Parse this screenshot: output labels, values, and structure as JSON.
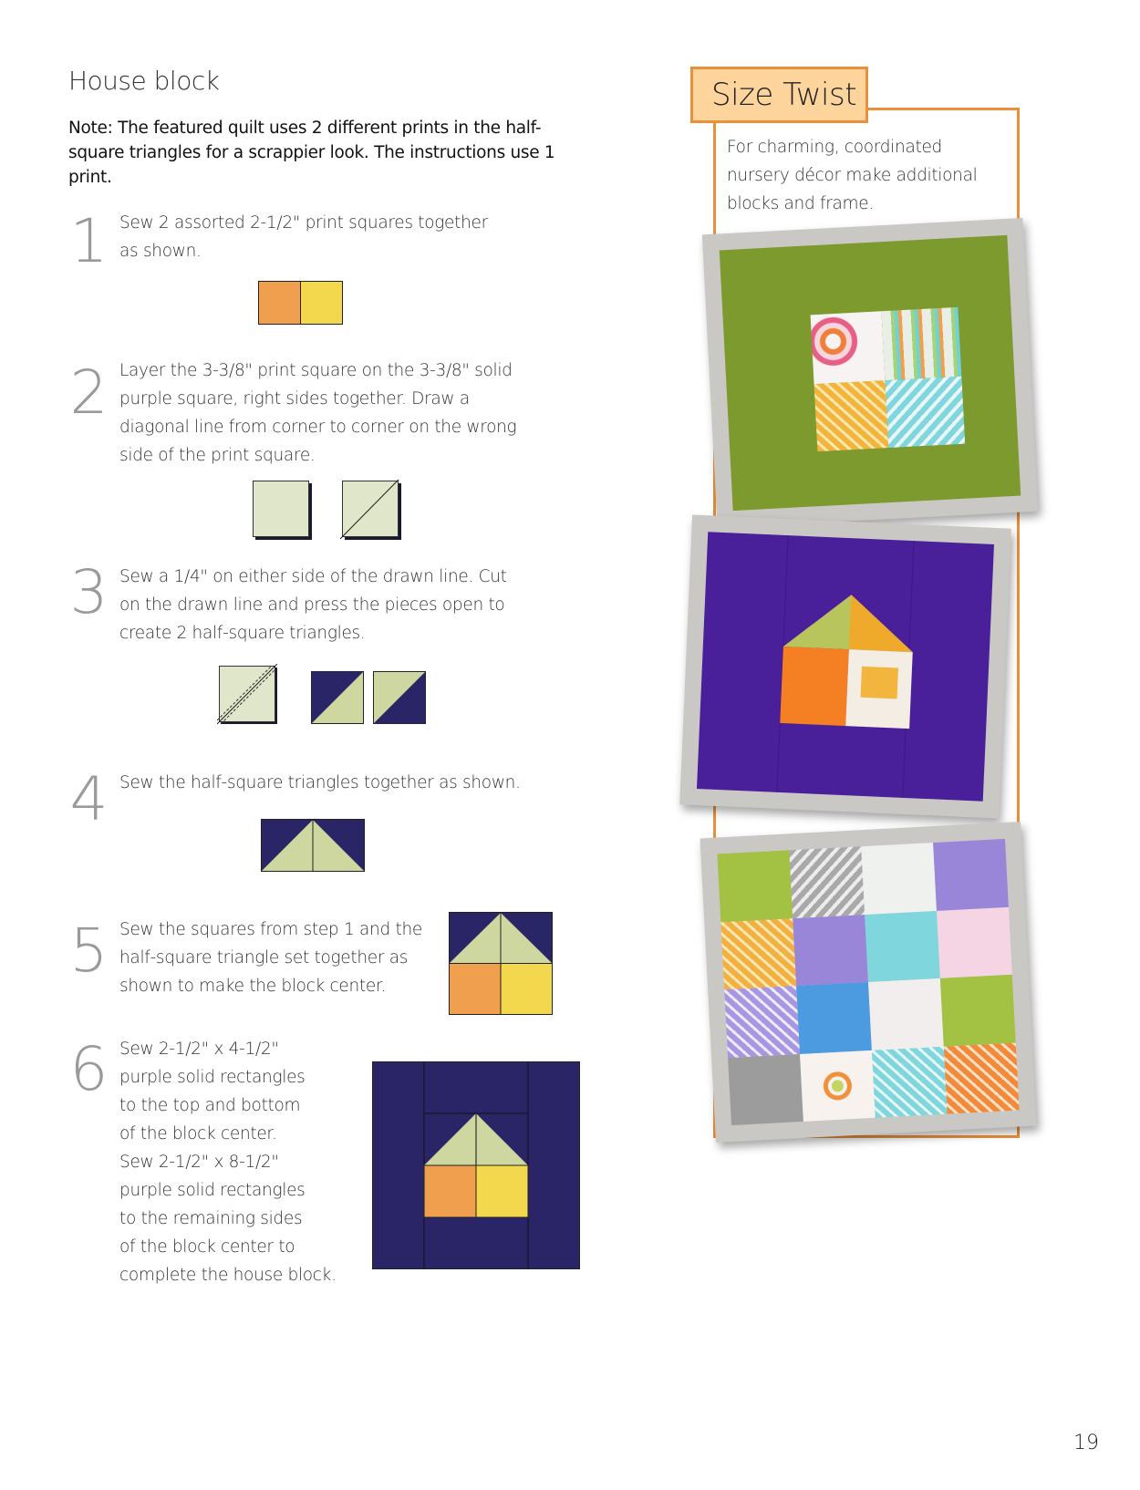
{
  "page": {
    "title": "House block",
    "note": "Note: The featured quilt uses 2 different prints in the half-square triangles for a scrappier look. The instructions use 1 print.",
    "page_number": "19"
  },
  "steps": [
    {
      "number": "1",
      "text": "Sew 2 assorted 2-1/2\" print squares together as shown."
    },
    {
      "number": "2",
      "text": "Layer the 3-3/8\" print square on the 3-3/8\" solid purple square, right sides together. Draw a diagonal line from corner to corner on the wrong side of the print square."
    },
    {
      "number": "3",
      "text": "Sew a 1/4\" on either side of the drawn line. Cut on the drawn line and press the pieces open to create 2 half-square triangles."
    },
    {
      "number": "4",
      "text": "Sew the half-square triangles together as shown."
    },
    {
      "number": "5",
      "text": "Sew the squares from step 1 and the half-square triangle set together as shown to make the block center."
    },
    {
      "number": "6",
      "lines": [
        "Sew 2-1/2\" x 4-1/2\"",
        "purple solid rectangles",
        "to the top and bottom",
        "of the block center.",
        "Sew 2-1/2\" x 8-1/2\"",
        "purple solid rectangles",
        "to the remaining sides",
        "of the block center to",
        "complete the house block."
      ]
    }
  ],
  "sidebar": {
    "label": "Size Twist",
    "text": "For charming, coordinated nursery décor make additional blocks and frame.",
    "photos": [
      {
        "description": "Framed green block with four-patch print center"
      },
      {
        "description": "Framed purple house block"
      },
      {
        "description": "Framed 4x4 patchwork block"
      }
    ]
  },
  "colors": {
    "orange_fabric": "#ef9f4e",
    "yellow_fabric": "#f3d84d",
    "light_green": "#cdd79f",
    "pale_green": "#e0e6c9",
    "navy": "#2a2566",
    "accent_orange": "#e9913a",
    "label_fill": "#fdd49c",
    "frame_grey": "#c9c8c4",
    "photo_green": "#7d9a2e",
    "photo_purple": "#4a1f9a"
  }
}
